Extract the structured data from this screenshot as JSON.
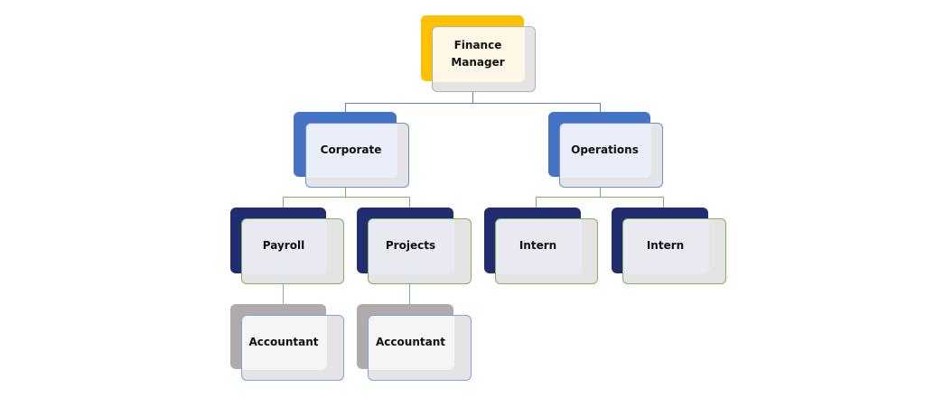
{
  "org_chart": {
    "root": {
      "label_line1": "Finance",
      "label_line2": "Manager"
    },
    "departments": [
      {
        "label": "Corporate"
      },
      {
        "label": "Operations"
      }
    ],
    "teams": [
      {
        "label": "Payroll"
      },
      {
        "label": "Projects"
      },
      {
        "label": "Intern"
      },
      {
        "label": "Intern"
      }
    ],
    "staff": [
      {
        "label": "Accountant"
      },
      {
        "label": "Accountant"
      }
    ]
  },
  "colors": {
    "root_back": "#ffc000",
    "root_inner": "#fff7e6",
    "dept_back": "#4472c4",
    "dept_inner": "#e9eef8",
    "team_back": "#222d70",
    "team_inner": "#e8e9f1",
    "staff_back": "#afabab",
    "staff_inner": "#f5f5f5",
    "blue_line": "#5b7fc0",
    "green_line": "#7fb35a",
    "light_blue_line": "#7aa6dc"
  }
}
